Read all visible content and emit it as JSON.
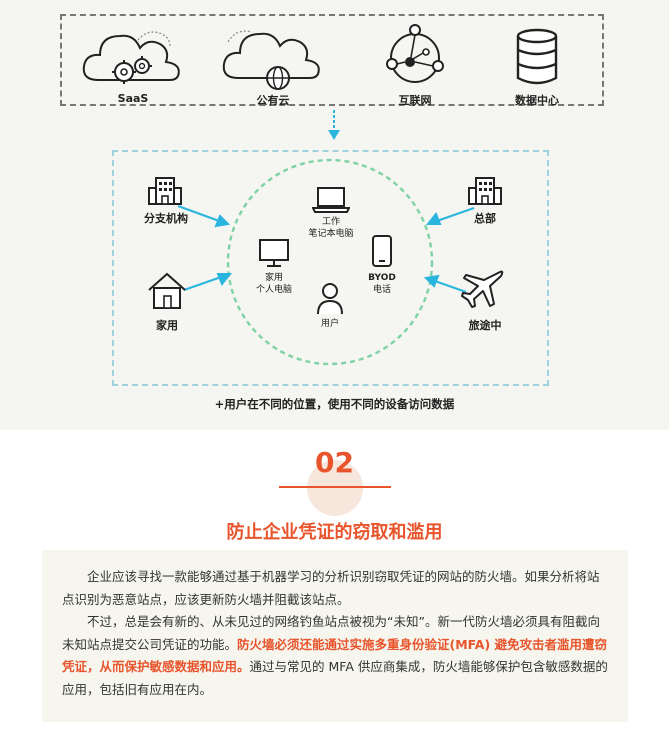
{
  "services": {
    "saas": "SaaS",
    "public_cloud": "公有云",
    "internet": "互联网",
    "datacenter": "数据中心"
  },
  "locations": {
    "branch": "分支机构",
    "hq": "总部",
    "home": "家用",
    "travel": "旅途中"
  },
  "devices": {
    "laptop_line1": "工作",
    "laptop_line2": "笔记本电脑",
    "pc_line1": "家用",
    "pc_line2": "个人电脑",
    "phone_line1": "BYOD",
    "phone_line2": "电话",
    "user": "用户"
  },
  "caption": "+用户在不同的位置，使用不同的设备访问数据",
  "section": {
    "number": "02",
    "title": "防止企业凭证的窃取和滥用"
  },
  "body": {
    "p1": "企业应该寻找一款能够通过基于机器学习的分析识别窃取凭证的网站的防火墙。如果分析将站点识别为恶意站点，应该更新防火墙并阻截该站点。",
    "p2_a": "不过，总是会有新的、从未见过的网络钓鱼站点被视为“未知”。新一代防火墙必须具有阻截向未知站点提交公司凭证的功能。",
    "p2_highlight": "防火墙必须还能通过实施多重身份验证(MFA) 避免攻击者滥用遭窃凭证，从而保护敏感数据和应用。",
    "p2_b": "通过与常见的 MFA 供应商集成，防火墙能够保护包含敏感数据的应用，包括旧有应用在内。"
  },
  "colors": {
    "accent": "#e8542b",
    "arrow": "#29b5de",
    "circle": "#7ed3a5"
  }
}
